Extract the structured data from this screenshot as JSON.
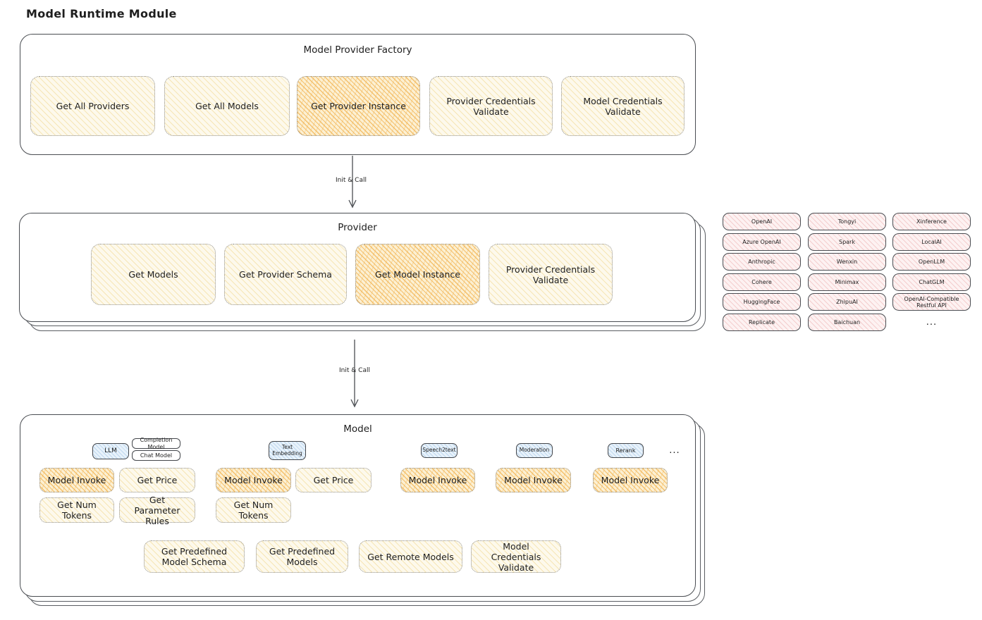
{
  "title": "Model Runtime Module",
  "arrows": [
    {
      "label": "Init & Call"
    },
    {
      "label": "Init & Call"
    }
  ],
  "factory": {
    "title": "Model Provider Factory",
    "boxes": [
      {
        "label": "Get All Providers",
        "highlight": false
      },
      {
        "label": "Get All Models",
        "highlight": false
      },
      {
        "label": "Get Provider Instance",
        "highlight": true
      },
      {
        "label": "Provider Credentials Validate",
        "highlight": false
      },
      {
        "label": "Model Credentials Validate",
        "highlight": false
      }
    ]
  },
  "provider": {
    "title": "Provider",
    "boxes": [
      {
        "label": "Get Models",
        "highlight": false
      },
      {
        "label": "Get Provider Schema",
        "highlight": false
      },
      {
        "label": "Get Model Instance",
        "highlight": true
      },
      {
        "label": "Provider Credentials Validate",
        "highlight": false
      }
    ]
  },
  "providers_panel": {
    "items": [
      "OpenAI",
      "Tongyi",
      "Xinference",
      "Azure OpenAI",
      "Spark",
      "LocalAI",
      "Anthropic",
      "Wenxin",
      "OpenLLM",
      "Cohere",
      "Minimax",
      "ChatGLM",
      "HuggingFace",
      "ZhipuAI",
      "OpenAI-Compatible Restful API",
      "Replicate",
      "Baichuan"
    ],
    "more": "..."
  },
  "model": {
    "title": "Model",
    "tabs": {
      "llm": "LLM",
      "completion": "Completion Model",
      "chat": "Chat Model",
      "text_embedding": "Text Embedding",
      "speech2text": "Speech2text",
      "moderation": "Moderation",
      "rerank": "Rerank",
      "more": "..."
    },
    "ops": {
      "model_invoke": "Model Invoke",
      "get_price": "Get Price",
      "get_num_tokens": "Get Num Tokens",
      "get_parameter_rules": "Get Parameter Rules"
    },
    "bottom": [
      {
        "label": "Get Predefined Model Schema"
      },
      {
        "label": "Get Predefined Models"
      },
      {
        "label": "Get Remote Models"
      },
      {
        "label": "Model Credentials Validate"
      }
    ]
  },
  "colors": {
    "ink": "#1e1e1e",
    "container_border": "#4a4d52",
    "yellow_fill": "#fdf9ec",
    "yellow_hatch": "#f0d68a",
    "orange_hatch": "#f2b24d",
    "pink_fill": "#fdf2f2",
    "pink_hatch": "#e8a0a0",
    "blue_fill": "#e8f2fb",
    "blue_hatch": "#96bee1"
  }
}
